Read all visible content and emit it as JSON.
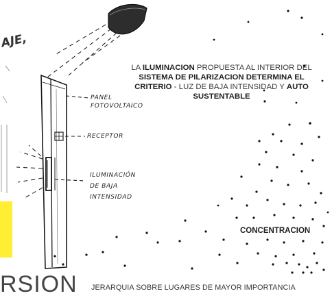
{
  "cut_heading": "AJE,",
  "labels": {
    "panel": [
      "PANEL",
      "FOTOVOLTAICO"
    ],
    "receptor": "RECEPTOR",
    "iluminacion": [
      "ILUMINACIÓN",
      "DE BAJA",
      "INTENSIDAD"
    ]
  },
  "description": {
    "p1_prefix": "LA ",
    "p1_bold": "ILUMINACION",
    "p1_suffix": " PROPUESTA AL INTERIOR DEL",
    "p2_bold": "SISTEMA DE PILARIZACION DETERMINA EL",
    "p3_bold": "CRITERIO",
    "p3_mid": " -   LUZ DE BAJA INTENSIDAD Y ",
    "p3_bold2": "AUTO",
    "p4_bold": "SUSTENTABLE"
  },
  "concentration_label": "CONCENTRACION",
  "footer_caption": "JERARQUIA SOBRE LUGARES DE MAYOR IMPORTANCIA",
  "cut_title": "RSION",
  "colors": {
    "ink": "#1e1e1e",
    "accent_yellow": "#ffee33",
    "paper": "#ffffff"
  }
}
